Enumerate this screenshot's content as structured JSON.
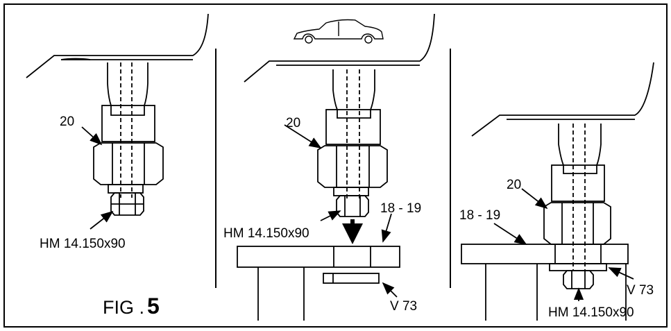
{
  "figure": {
    "caption_prefix": "FIG .",
    "caption_number": "5",
    "car_icon": "car-silhouette-icon"
  },
  "panels": [
    {
      "part_nut": "20",
      "part_bolt": "HM 14.150x90"
    },
    {
      "part_nut": "20",
      "part_bolt": "HM 14.150x90",
      "part_plate": "18 - 19",
      "part_spacer": "V 73"
    },
    {
      "part_nut": "20",
      "part_bolt": "HM 14.150x90",
      "part_plate": "18 - 19",
      "part_spacer": "V 73"
    }
  ]
}
